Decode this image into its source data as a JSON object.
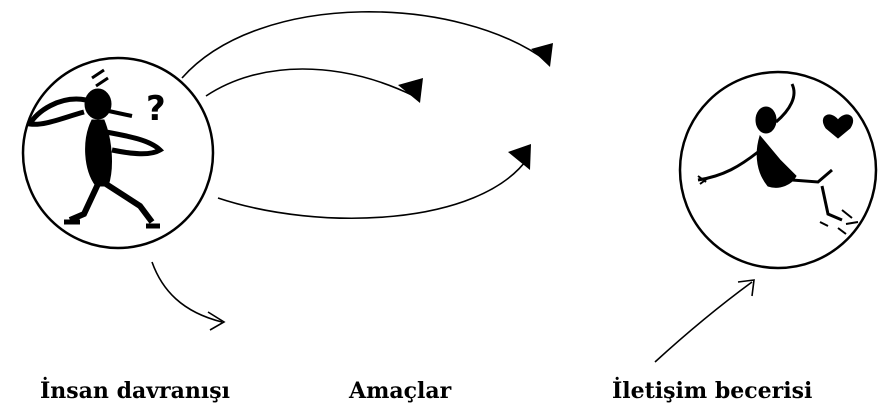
{
  "labels": {
    "human_behavior": "İnsan davranışı",
    "goals": "Amaçlar",
    "communication_skill": "İletişim becerisi"
  },
  "figures": {
    "left": {
      "icon": "confused-person-icon",
      "glyph": "?"
    },
    "right": {
      "icon": "happy-person-icon"
    }
  },
  "colors": {
    "ink": "#000000",
    "background": "#ffffff"
  }
}
